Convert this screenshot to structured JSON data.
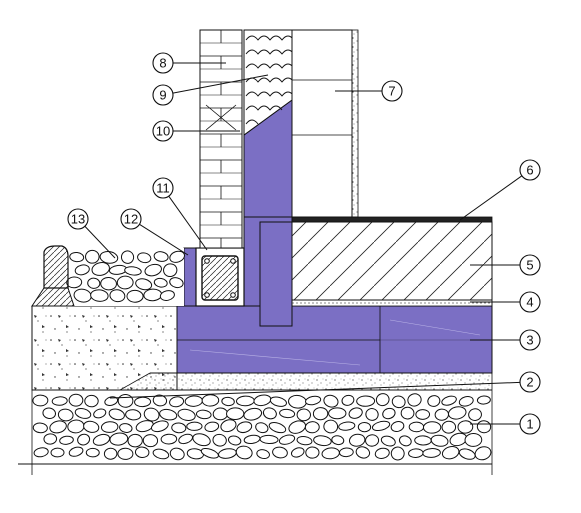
{
  "diagram": {
    "callouts": [
      {
        "id": "1",
        "label": "1"
      },
      {
        "id": "2",
        "label": "2"
      },
      {
        "id": "3",
        "label": "3"
      },
      {
        "id": "4",
        "label": "4"
      },
      {
        "id": "5",
        "label": "5"
      },
      {
        "id": "6",
        "label": "6"
      },
      {
        "id": "7",
        "label": "7"
      },
      {
        "id": "8",
        "label": "8"
      },
      {
        "id": "9",
        "label": "9"
      },
      {
        "id": "10",
        "label": "10"
      },
      {
        "id": "11",
        "label": "11"
      },
      {
        "id": "12",
        "label": "12"
      },
      {
        "id": "13",
        "label": "13"
      }
    ],
    "colors": {
      "insulation_purple": "#7b6fc4",
      "line": "#111111",
      "background": "#ffffff"
    }
  }
}
